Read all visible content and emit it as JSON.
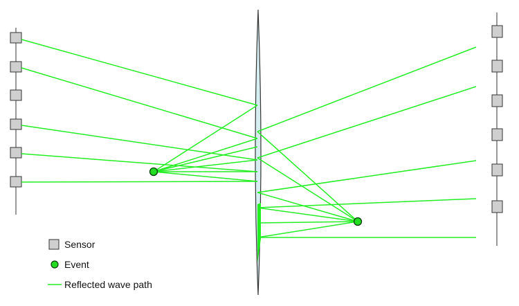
{
  "colors": {
    "path": "#22ee22",
    "event_fill": "#22dd22",
    "event_stroke": "#0a3a0a",
    "sensor_fill": "#cfcfcf",
    "sensor_stroke": "#333333",
    "reflector_fill": "#d6eef2",
    "reflector_stroke": "#333333",
    "line": "#555555"
  },
  "legend": {
    "sensor_label": "Sensor",
    "event_label": "Event",
    "path_label": "Reflected wave path"
  }
}
